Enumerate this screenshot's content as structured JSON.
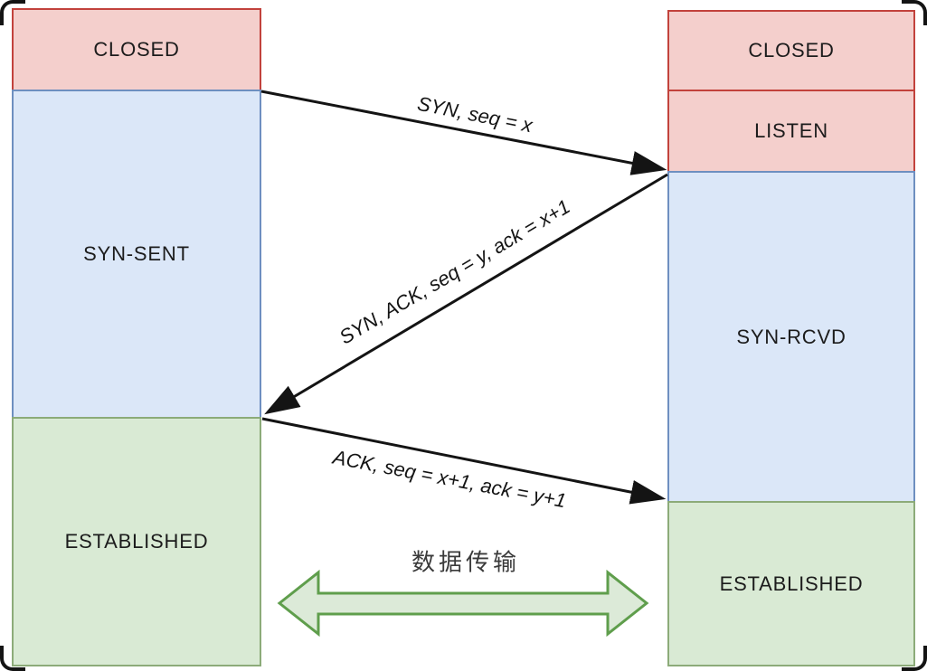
{
  "colors": {
    "red_fill": "#f4cfcc",
    "red_stroke": "#c2423c",
    "blue_fill": "#dbe7f8",
    "blue_stroke": "#6e8fc0",
    "green_fill": "#d9ead4",
    "green_stroke": "#8cab79",
    "big_arrow_fill": "#dcead8",
    "big_arrow_stroke": "#5f9e4c",
    "line_color": "#141414"
  },
  "left_timeline": {
    "states": [
      {
        "label": "CLOSED"
      },
      {
        "label": "SYN-SENT"
      },
      {
        "label": "ESTABLISHED"
      }
    ]
  },
  "right_timeline": {
    "states": [
      {
        "label": "CLOSED"
      },
      {
        "label": "LISTEN"
      },
      {
        "label": "SYN-RCVD"
      },
      {
        "label": "ESTABLISHED"
      }
    ]
  },
  "messages": [
    {
      "label": "SYN, seq = x",
      "direction": "left-to-right"
    },
    {
      "label": "SYN, ACK, seq = y, ack = x+1",
      "direction": "right-to-left"
    },
    {
      "label": "ACK, seq = x+1, ack = y+1",
      "direction": "left-to-right"
    }
  ],
  "data_transfer": {
    "label": "数据传输",
    "direction": "bidirectional"
  }
}
